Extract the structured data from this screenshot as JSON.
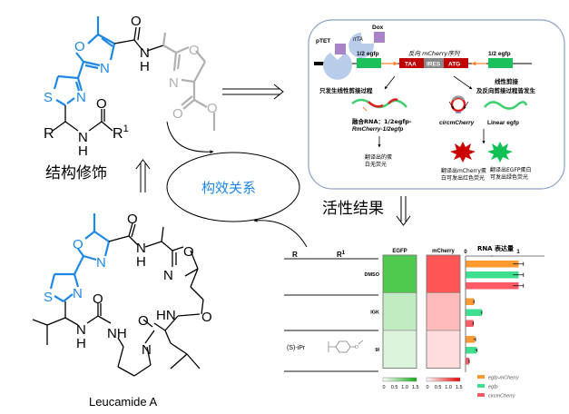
{
  "colors": {
    "blue": "#1e88e5",
    "gray": "#b0b0b0",
    "green": "#22b14c",
    "red": "#c00000",
    "orange": "#ff9a2e",
    "teal": "#3ee08f",
    "pink": "#ff5a66",
    "panel_border": "#8aa0c8"
  },
  "left": {
    "modified_structure": {
      "atoms": {
        "O_oxazole": "O",
        "N_oxazole": "N",
        "S_thiazole": "S",
        "N_thiazole": "N",
        "O_carbonyl": "O",
        "N_amide": "N",
        "H_amide": "H",
        "R": "R",
        "N_urea": "N",
        "H_urea": "H",
        "O_urea": "O",
        "R1": "R",
        "R1_sup": "1",
        "O_ox2": "O",
        "N_ox2": "N",
        "O_ester1": "O",
        "O_ester2": "O"
      },
      "caption": "结构修饰"
    },
    "sar_label": "构效关系",
    "natural_product": {
      "atoms": {
        "O1": "O",
        "N1": "N",
        "S1": "S",
        "N2": "N",
        "O2": "O",
        "NH1": "N",
        "H1": "H",
        "O3": "O",
        "N3": "N",
        "O4": "O",
        "HN": "HN",
        "O5": "O",
        "N4": "N",
        "H4": "H",
        "O6": "O",
        "NH2": "NH",
        "O7": "O",
        "N5": "N"
      },
      "caption": "Leucamide A"
    }
  },
  "panel": {
    "pTET": "pTET",
    "rtTA": "rtTA",
    "Dox": "Dox",
    "egfp_left": "1/2 egfp",
    "reverse_mcherry": "反向 mCherry序列",
    "egfp_right": "1/2 egfp",
    "TAA": "TAA",
    "IRES": "IRES",
    "ATG": "ATG",
    "left_branch": "只发生线性剪接过程",
    "right_branch_1": "线性剪接",
    "right_branch_2": "及反向剪接过程皆发生",
    "fusion_rna_1": "融合RNA：1/2egfp-",
    "fusion_rna_2": "RmCherry-1/2egfp",
    "no_fluor_1": "翻译出的蛋",
    "no_fluor_2": "白无荧光",
    "circ": "circmCherry",
    "linear": "Linear egfp",
    "red_fluor_1": "翻译出mCherry蛋",
    "red_fluor_2": "白可发出红色荧光",
    "green_fluor_1": "翻译出EGFP蛋白",
    "green_fluor_2": "可发出绿色荧光"
  },
  "activity_label": "活性结果",
  "table": {
    "headers": {
      "R": "R",
      "R1": "R",
      "R1_sup": "1"
    },
    "rows": [
      {
        "R": "",
        "R1": "",
        "label": "DMSO"
      },
      {
        "R": "",
        "R1": "",
        "label": "IGK"
      },
      {
        "R": "(S)-iPr",
        "R1": "4-methoxyphenyl",
        "label": "9I"
      }
    ],
    "R1_O": "O"
  },
  "chart_data": [
    {
      "type": "heatmap",
      "title": "EGFP",
      "rows": [
        "DMSO",
        "IGK",
        "9I"
      ],
      "values": [
        1.0,
        0.35,
        0.2
      ],
      "colorbar": {
        "min": 0,
        "max": 1.5,
        "ticks": [
          "0",
          "0.5",
          "1.0",
          "1.5"
        ]
      },
      "color_low": "#ffffff",
      "color_high": "#22bb22"
    },
    {
      "type": "heatmap",
      "title": "mCherry",
      "rows": [
        "DMSO",
        "IGK",
        "9I"
      ],
      "values": [
        1.0,
        0.4,
        0.2
      ],
      "colorbar": {
        "min": 0,
        "max": 1.5,
        "ticks": [
          "0",
          "0.5",
          "1.0",
          "1.5"
        ]
      },
      "color_low": "#ffffff",
      "color_high": "#ff2a2a"
    },
    {
      "type": "bar",
      "orientation": "horizontal",
      "title": "RNA 表达量",
      "categories": [
        "DMSO",
        "IGK",
        "9I"
      ],
      "xlim": [
        0,
        1.5
      ],
      "xticks": [
        "0",
        "1"
      ],
      "series": [
        {
          "name": "egfp-mCherry",
          "color": "#ff9a2e",
          "values": [
            1.0,
            0.15,
            0.17
          ],
          "errors": [
            0.1,
            0.01,
            0.02
          ]
        },
        {
          "name": "egfp",
          "color": "#3ee08f",
          "values": [
            1.0,
            0.3,
            0.2
          ],
          "errors": [
            0.1,
            0.01,
            0.02
          ]
        },
        {
          "name": "circmCherry",
          "color": "#ff5a66",
          "values": [
            1.0,
            0.14,
            0.06
          ],
          "errors": [
            0.1,
            0.01,
            0.01
          ]
        }
      ],
      "legend": "bottom-right"
    }
  ]
}
